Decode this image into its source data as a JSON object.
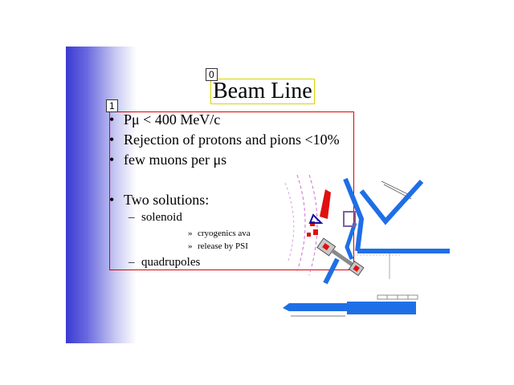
{
  "slide": {
    "title": "Beam Line",
    "annotations": {
      "title_tag": "0",
      "content_tag": "1"
    },
    "bullets": [
      {
        "marker": "•",
        "text": "Pμ < 400 MeV/c"
      },
      {
        "marker": "•",
        "text": "Rejection of protons and pions <10%"
      },
      {
        "marker": "•",
        "text": "few muons per μs"
      },
      {
        "marker": "•",
        "text": "Two solutions:"
      }
    ],
    "sub_items": [
      {
        "marker": "–",
        "text": "solenoid"
      },
      {
        "marker": "–",
        "text": "quadrupoles"
      }
    ],
    "sub_sub_items": [
      {
        "marker": "»",
        "text": "cryogenics ava"
      },
      {
        "marker": "»",
        "text": "release by PSI"
      }
    ],
    "colors": {
      "gradient_left": "#3a3ad2",
      "beam_elements": "#1e6fe6",
      "magnet": "#e01010",
      "title_box": "#d6d600",
      "content_box": "#e00000"
    }
  }
}
